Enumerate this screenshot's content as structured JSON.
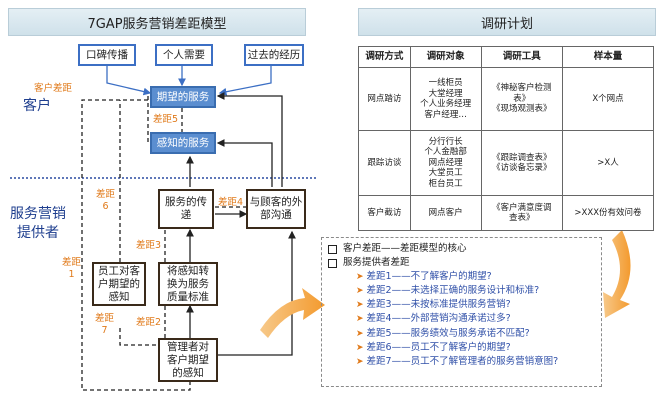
{
  "left_title": "7GAP服务营销差距模型",
  "right_title": "调研计划",
  "side_labels": {
    "customer": "客户",
    "provider_line1": "服务营销",
    "provider_line2": "提供者"
  },
  "inputs": {
    "word_of_mouth": "口碑传播",
    "personal_needs": "个人需要",
    "past_experience": "过去的经历"
  },
  "nodes": {
    "expected_service": "期望的服务",
    "perceived_service": "感知的服务",
    "service_delivery_l1": "服务的传",
    "service_delivery_l2": "递",
    "external_comm_l1": "与顾客的外",
    "external_comm_l2": "部沟通",
    "translation_l1": "将感知转",
    "translation_l2": "换为服务",
    "translation_l3": "质量标准",
    "employee_perception_l1": "员工对客",
    "employee_perception_l2": "户期望的",
    "employee_perception_l3": "感知",
    "management_perception_l1": "管理者对",
    "management_perception_l2": "客户期望",
    "management_perception_l3": "的感知"
  },
  "gap_labels": {
    "customer_gap": "客户差距",
    "gap1_l1": "差距",
    "gap1_l2": "1",
    "gap2": "差距2",
    "gap3": "差距3",
    "gap4": "差距4",
    "gap5": "差距5",
    "gap6_l1": "差距",
    "gap6_l2": "6",
    "gap7_l1": "差距",
    "gap7_l2": "7"
  },
  "research_table": {
    "headers": [
      "调研方式",
      "调研对象",
      "调研工具",
      "样本量"
    ],
    "rows": [
      {
        "method": "网点踏访",
        "targets": [
          "一线柜员",
          "大堂经理",
          "个人业务经理",
          "客户经理…"
        ],
        "tools": [
          "《神秘客户检测",
          "表》",
          "《现场观测表》"
        ],
        "sample": "X个网点"
      },
      {
        "method": "跟踪访谈",
        "targets": [
          "分行行长",
          "个人金融部",
          "网点经理",
          "大堂员工",
          "柜台员工"
        ],
        "tools": [
          "《跟踪调查表》",
          "《访谈备忘录》"
        ],
        "sample": ">X人"
      },
      {
        "method": "客户截访",
        "targets": [
          "网点客户"
        ],
        "tools": [
          "《客户满意度调",
          "查表》"
        ],
        "sample": ">XXX份有效问卷"
      }
    ]
  },
  "notes": {
    "bullet1": "客户差距——差距模型的核心",
    "bullet2": "服务提供者差距",
    "gaps": [
      "差距1——不了解客户的期望?",
      "差距2——未选择正确的服务设计和标准?",
      "差距3——未按标准提供服务营销?",
      "差距4——外部营销沟通承诺过多?",
      "差距5——服务绩效与服务承诺不匹配?",
      "差距6——员工不了解客户的期望?",
      "差距7——员工不了解管理者的服务营销意图?"
    ]
  },
  "colors": {
    "accent_orange": "#e07a1a",
    "blue_box": "#5b8ed0",
    "dividing_line": "#2a4aa0"
  }
}
